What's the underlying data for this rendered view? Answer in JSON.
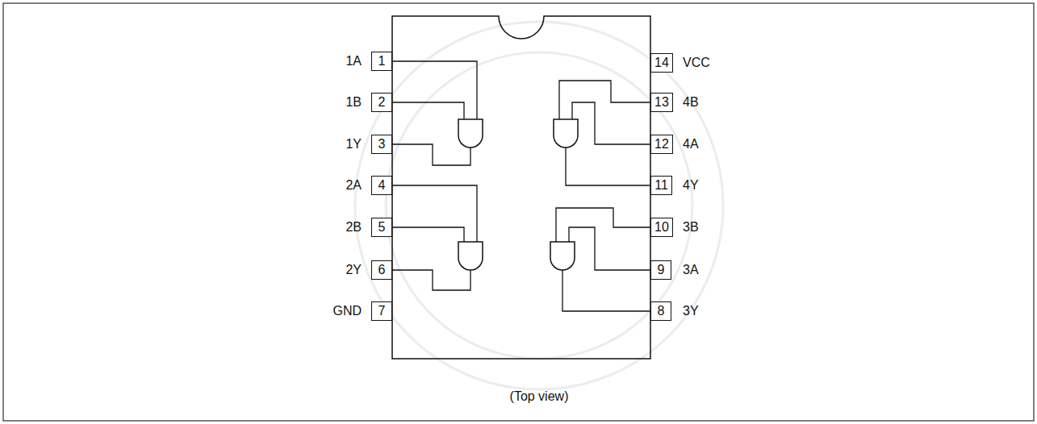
{
  "diagram": {
    "nodes": [
      {
        "text": [
          "1"
        ]
      },
      {
        "text": [
          "2"
        ]
      },
      {
        "text": [
          "3"
        ]
      },
      {
        "text": [
          "4"
        ]
      },
      {
        "text": [
          "5"
        ]
      },
      {
        "text": [
          "6"
        ]
      },
      {
        "text": [
          "7"
        ]
      },
      {
        "text": [
          "8"
        ]
      },
      {
        "text": [
          "9"
        ]
      },
      {
        "text": [
          "10"
        ]
      },
      {
        "text": [
          "11"
        ]
      },
      {
        "text": [
          "12"
        ]
      },
      {
        "text": [
          "13"
        ]
      },
      {
        "text": [
          "14"
        ]
      }
    ],
    "labels": [
      "1A",
      "1B",
      "1Y",
      "2A",
      "2B",
      "2Y",
      "GND",
      "VCC",
      "4B",
      "4A",
      "4Y",
      "3B",
      "3A",
      "3Y",
      "(Top view)"
    ]
  }
}
